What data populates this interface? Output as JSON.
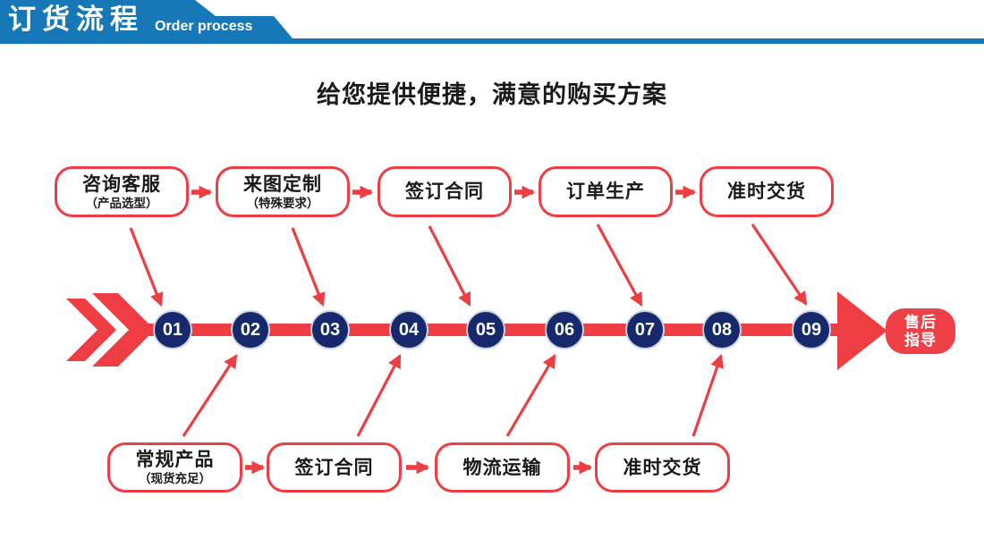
{
  "banner": {
    "title_zh": "订货流程",
    "title_en": "Order process"
  },
  "headline": "给您提供便捷，满意的购买方案",
  "flow": {
    "top_steps": [
      {
        "title": "咨询客服",
        "subtitle": "（产品选型）"
      },
      {
        "title": "来图定制",
        "subtitle": "（特殊要求）"
      },
      {
        "title": "签订合同",
        "subtitle": ""
      },
      {
        "title": "订单生产",
        "subtitle": ""
      },
      {
        "title": "准时交货",
        "subtitle": ""
      }
    ],
    "bottom_steps": [
      {
        "title": "常规产品",
        "subtitle": "（现货充足）"
      },
      {
        "title": "签订合同",
        "subtitle": ""
      },
      {
        "title": "物流运输",
        "subtitle": ""
      },
      {
        "title": "准时交货",
        "subtitle": ""
      }
    ],
    "timeline_numbers": [
      "01",
      "02",
      "03",
      "04",
      "05",
      "06",
      "07",
      "08",
      "09"
    ],
    "end_badge": {
      "line1": "售后",
      "line2": "指导"
    }
  },
  "colors": {
    "banner_blue": "#1778b8",
    "accent_red": "#ee3e44",
    "node_navy": "#15296c",
    "text_black": "#1a1a1a",
    "white": "#ffffff"
  }
}
